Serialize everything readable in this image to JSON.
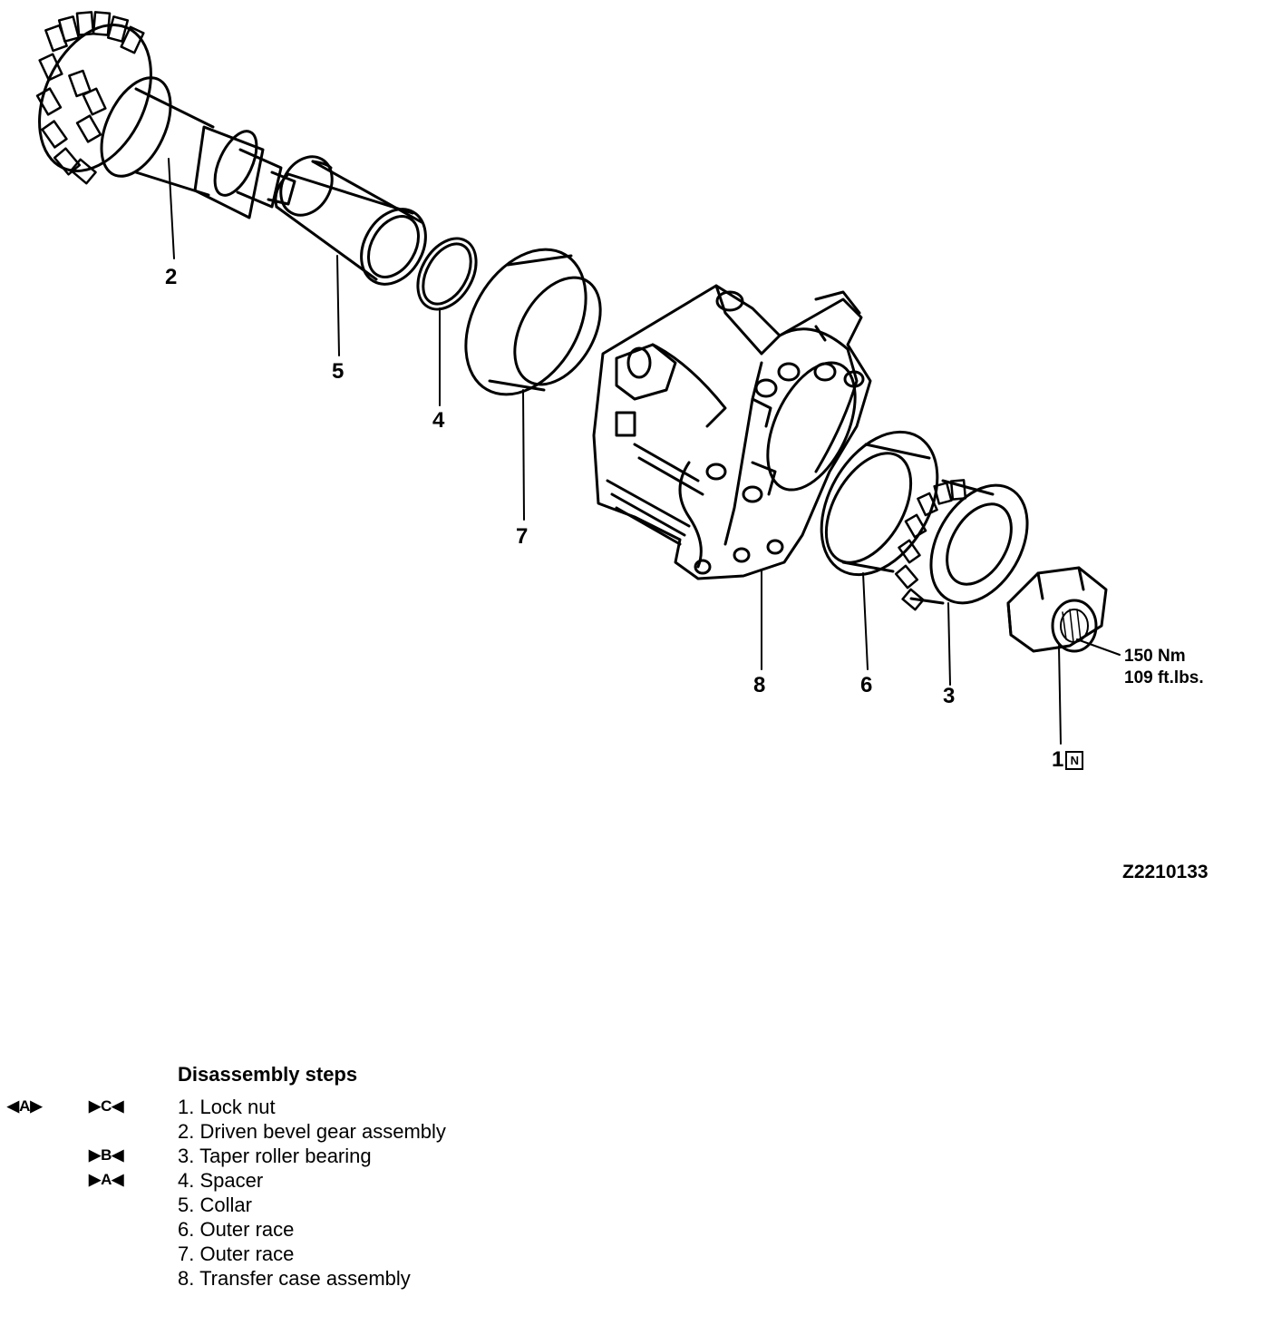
{
  "figure_id": "Z2210133",
  "torque": {
    "line1": "150 Nm",
    "line2": "109 ft.lbs."
  },
  "callouts": {
    "c1": "1",
    "c1_badge": "N",
    "c2": "2",
    "c3": "3",
    "c4": "4",
    "c5": "5",
    "c6": "6",
    "c7": "7",
    "c8": "8"
  },
  "steps_title": "Disassembly steps",
  "steps": [
    {
      "text": "1. Lock nut",
      "mark_a": "◀A▶",
      "mark_b": "▶C◀"
    },
    {
      "text": "2. Driven bevel gear assembly",
      "mark_a": "",
      "mark_b": ""
    },
    {
      "text": "3. Taper roller bearing",
      "mark_a": "",
      "mark_b": "▶B◀"
    },
    {
      "text": "4. Spacer",
      "mark_a": "",
      "mark_b": "▶A◀"
    },
    {
      "text": "5. Collar",
      "mark_a": "",
      "mark_b": ""
    },
    {
      "text": "6. Outer race",
      "mark_a": "",
      "mark_b": ""
    },
    {
      "text": "7. Outer race",
      "mark_a": "",
      "mark_b": ""
    },
    {
      "text": "8. Transfer case assembly",
      "mark_a": "",
      "mark_b": ""
    }
  ]
}
